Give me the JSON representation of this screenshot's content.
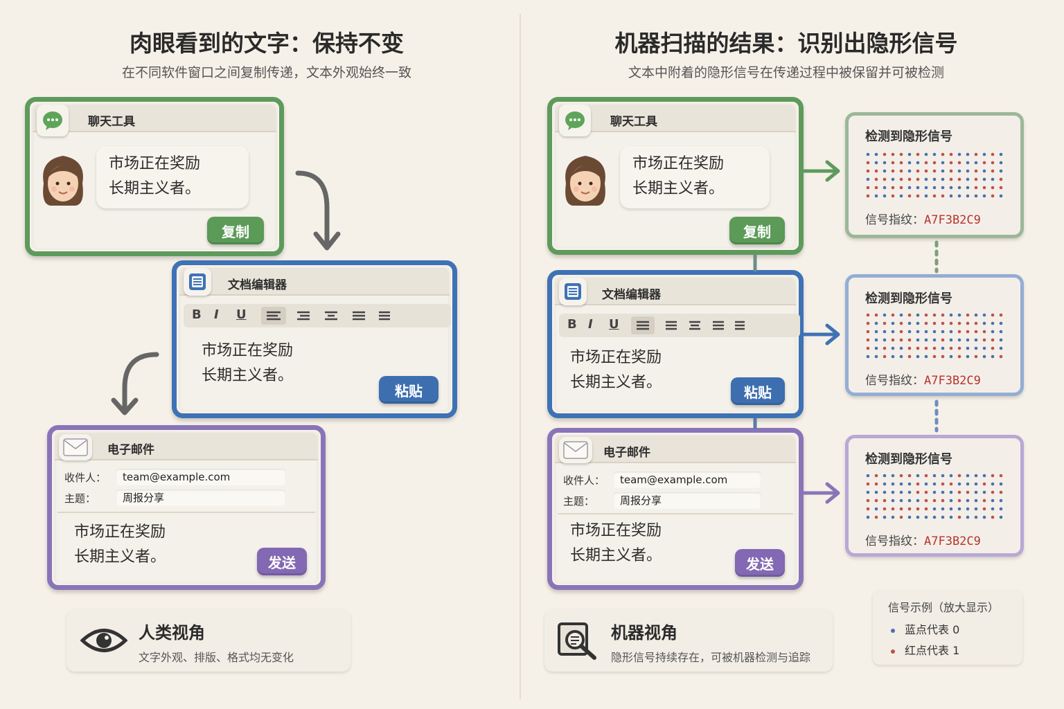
{
  "left": {
    "title": "肉眼看到的文字：保持不变",
    "subtitle": "在不同软件窗口之间复制传递，文本外观始终一致"
  },
  "right": {
    "title": "机器扫描的结果：识别出隐形信号",
    "subtitle": "文本中附着的隐形信号在传递过程中被保留并可被检测"
  },
  "message": {
    "line1": "市场正在奖励",
    "line2": "长期主义者。"
  },
  "chat": {
    "title": "聊天工具",
    "button": "复制"
  },
  "editor": {
    "title": "文档编辑器",
    "toolbar": [
      "B",
      "I",
      "U"
    ],
    "button": "粘贴"
  },
  "email": {
    "title": "电子邮件",
    "to_label": "收件人：",
    "to_value": "team@example.com",
    "subject_label": "主题：",
    "subject_value": "周报分享",
    "button": "发送"
  },
  "detection": {
    "title": "检测到隐形信号",
    "fingerprint_label": "信号指纹：",
    "fingerprint_value": "A7F3B2C9"
  },
  "human_view": {
    "title": "人类视角",
    "subtitle": "文字外观、排版、格式均无变化"
  },
  "machine_view": {
    "title": "机器视角",
    "subtitle": "隐形信号持续存在，可被机器检测与追踪"
  },
  "legend": {
    "title": "信号示例（放大显示）",
    "blue": "蓝点代表 0",
    "red": "红点代表 1"
  },
  "colors": {
    "green": "#5e9a5c",
    "blue": "#3e72b5",
    "purple": "#8a74b8",
    "signal_blue": "#4a6fb0",
    "signal_red": "#c0504d",
    "fingerprint": "#b8322e"
  }
}
